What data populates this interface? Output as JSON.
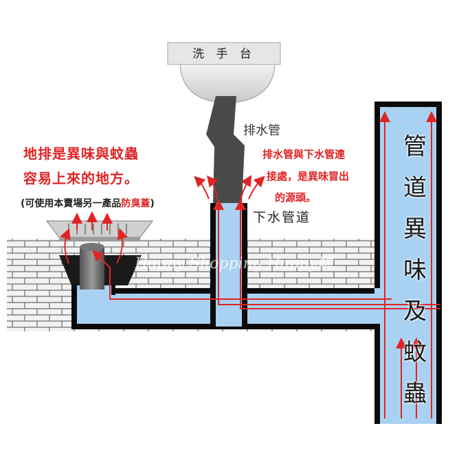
{
  "sink": {
    "label": "洗 手 台"
  },
  "drain_pipe": {
    "label": "排水管"
  },
  "floor_drain_warning": {
    "line1": "地排是異味與蚊蟲",
    "line2": "容易上來的地方。"
  },
  "note": {
    "prefix": "(可使用本賣場另一產品",
    "highlight": "防臭蓋",
    "suffix": ")"
  },
  "joint_warning": {
    "line1": "排水管與下水管連",
    "line2": "接處，是異味冒出",
    "line3": "的源頭。"
  },
  "sewer_pipe": {
    "label": "下水管道"
  },
  "vertical_caption": [
    "管",
    "道",
    "異",
    "味",
    "及",
    "蚊",
    "蟲"
  ],
  "watermark": "Happy Shopping Happy購",
  "colors": {
    "water": "#a9d2f2",
    "pipe_edge": "#0b0b0b",
    "arrow": "#e02424",
    "brick_mortar": "#e8e8e8",
    "brick_line": "#6a6a6a"
  }
}
